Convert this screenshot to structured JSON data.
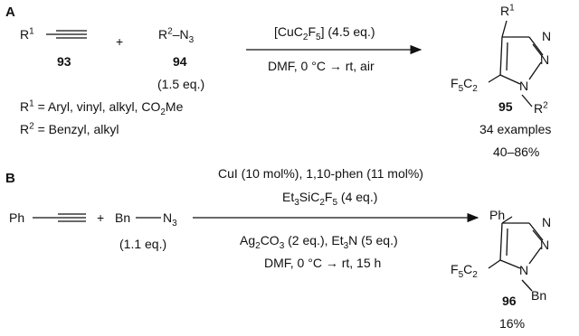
{
  "scheme_a": {
    "label": "A",
    "reagent1": {
      "pre": "R",
      "sup": "1",
      "number": "93"
    },
    "plus": "+",
    "reagent2": {
      "pre": "R",
      "sup": "2",
      "mid": "–N",
      "sub": "3",
      "number": "94",
      "equiv": "(1.5 eq.)"
    },
    "condition_top": {
      "a": "[CuC",
      "s1": "2",
      "b": "F",
      "s2": "5",
      "c": "] (4.5 eq.)"
    },
    "condition_bottom": "DMF, 0 °C → rt, air",
    "r1_def": {
      "pre": "R",
      "sup": "1",
      "a": " = Aryl, vinyl, alkyl, CO",
      "sub": "2",
      "b": "Me"
    },
    "r2_def": {
      "pre": "R",
      "sup": "2",
      "a": " = Benzyl, alkyl"
    },
    "product": {
      "r1": {
        "pre": "R",
        "sup": "1"
      },
      "cf": {
        "a": "F",
        "s1": "5",
        "b": "C",
        "s2": "2"
      },
      "r2": {
        "pre": "R",
        "sup": "2"
      },
      "n_labels": [
        "N",
        "N",
        "N"
      ],
      "number": "95",
      "examples": "34 examples",
      "yield": "40–86%"
    }
  },
  "scheme_b": {
    "label": "B",
    "reagent1": "Ph",
    "plus": "+",
    "reagent2": {
      "a": "Bn",
      "b": "N",
      "sub": "3",
      "equiv": "(1.1 eq.)"
    },
    "cond1": "CuI (10 mol%), 1,10-phen (11 mol%)",
    "cond2": {
      "a": "Et",
      "s1": "3",
      "b": "SiC",
      "s2": "2",
      "c": "F",
      "s3": "5",
      "d": " (4 eq.)"
    },
    "cond3": {
      "a": "Ag",
      "s1": "2",
      "b": "CO",
      "s2": "3",
      "c": " (2 eq.), Et",
      "s3": "3",
      "d": "N (5 eq.)"
    },
    "cond4": "DMF, 0 °C → rt, 15 h",
    "product": {
      "ph": "Ph",
      "cf": {
        "a": "F",
        "s1": "5",
        "b": "C",
        "s2": "2"
      },
      "bn": "Bn",
      "n_labels": [
        "N",
        "N",
        "N"
      ],
      "number": "96",
      "yield": "16%"
    }
  }
}
